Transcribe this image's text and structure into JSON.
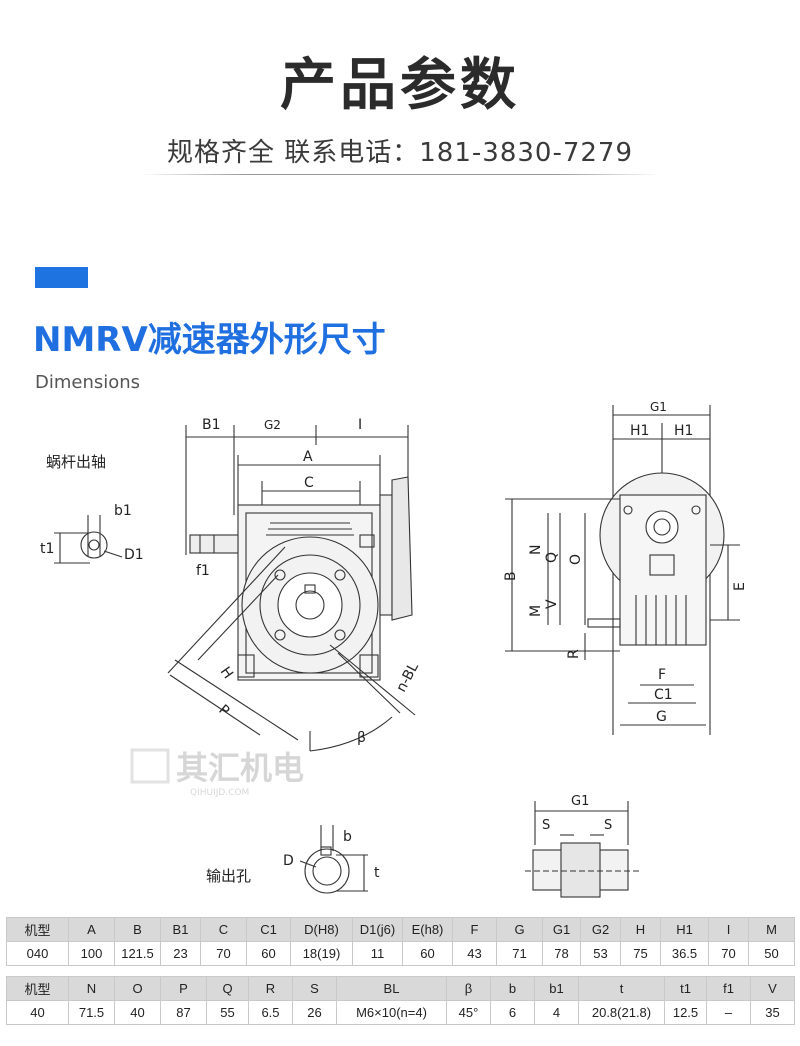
{
  "header": {
    "title": "产品参数",
    "subtitle": "规格齐全 联系电话：181-3830-7279"
  },
  "section": {
    "title": "NMRV减速器外形尺寸",
    "subtitle": "Dimensions"
  },
  "drawing": {
    "labels": {
      "worm_shaft": "蜗杆出轴",
      "output_hole": "输出孔",
      "B1": "B1",
      "G2": "G2",
      "I": "I",
      "A": "A",
      "C": "C",
      "b1": "b1",
      "t1": "t1",
      "D1": "D1",
      "f1": "f1",
      "H": "H",
      "P": "P",
      "nBL": "n-BL",
      "beta": "β",
      "G1": "G1",
      "H1a": "H1",
      "H1b": "H1",
      "B": "B",
      "N": "N",
      "M": "M",
      "O": "O",
      "Q": "Q",
      "V": "V",
      "R": "R",
      "E": "E",
      "F": "F",
      "C1": "C1",
      "G": "G",
      "G1b": "G1",
      "S1": "S",
      "S2": "S",
      "b": "b",
      "D": "D",
      "t": "t"
    },
    "watermark_cn": "其汇机电",
    "watermark_en": "QIHUIJD.COM"
  },
  "table1": {
    "headers": [
      "机型",
      "A",
      "B",
      "B1",
      "C",
      "C1",
      "D(H8)",
      "D1(j6)",
      "E(h8)",
      "F",
      "G",
      "G1",
      "G2",
      "H",
      "H1",
      "I",
      "M"
    ],
    "rows": [
      [
        "040",
        "100",
        "121.5",
        "23",
        "70",
        "60",
        "18(19)",
        "11",
        "60",
        "43",
        "71",
        "78",
        "53",
        "75",
        "36.5",
        "70",
        "50"
      ]
    ]
  },
  "table2": {
    "headers": [
      "机型",
      "N",
      "O",
      "P",
      "Q",
      "R",
      "S",
      "BL",
      "β",
      "b",
      "b1",
      "t",
      "t1",
      "f1",
      "V"
    ],
    "rows": [
      [
        "40",
        "71.5",
        "40",
        "87",
        "55",
        "6.5",
        "26",
        "M6×10(n=4)",
        "45°",
        "6",
        "4",
        "20.8(21.8)",
        "12.5",
        "–",
        "35"
      ]
    ]
  }
}
